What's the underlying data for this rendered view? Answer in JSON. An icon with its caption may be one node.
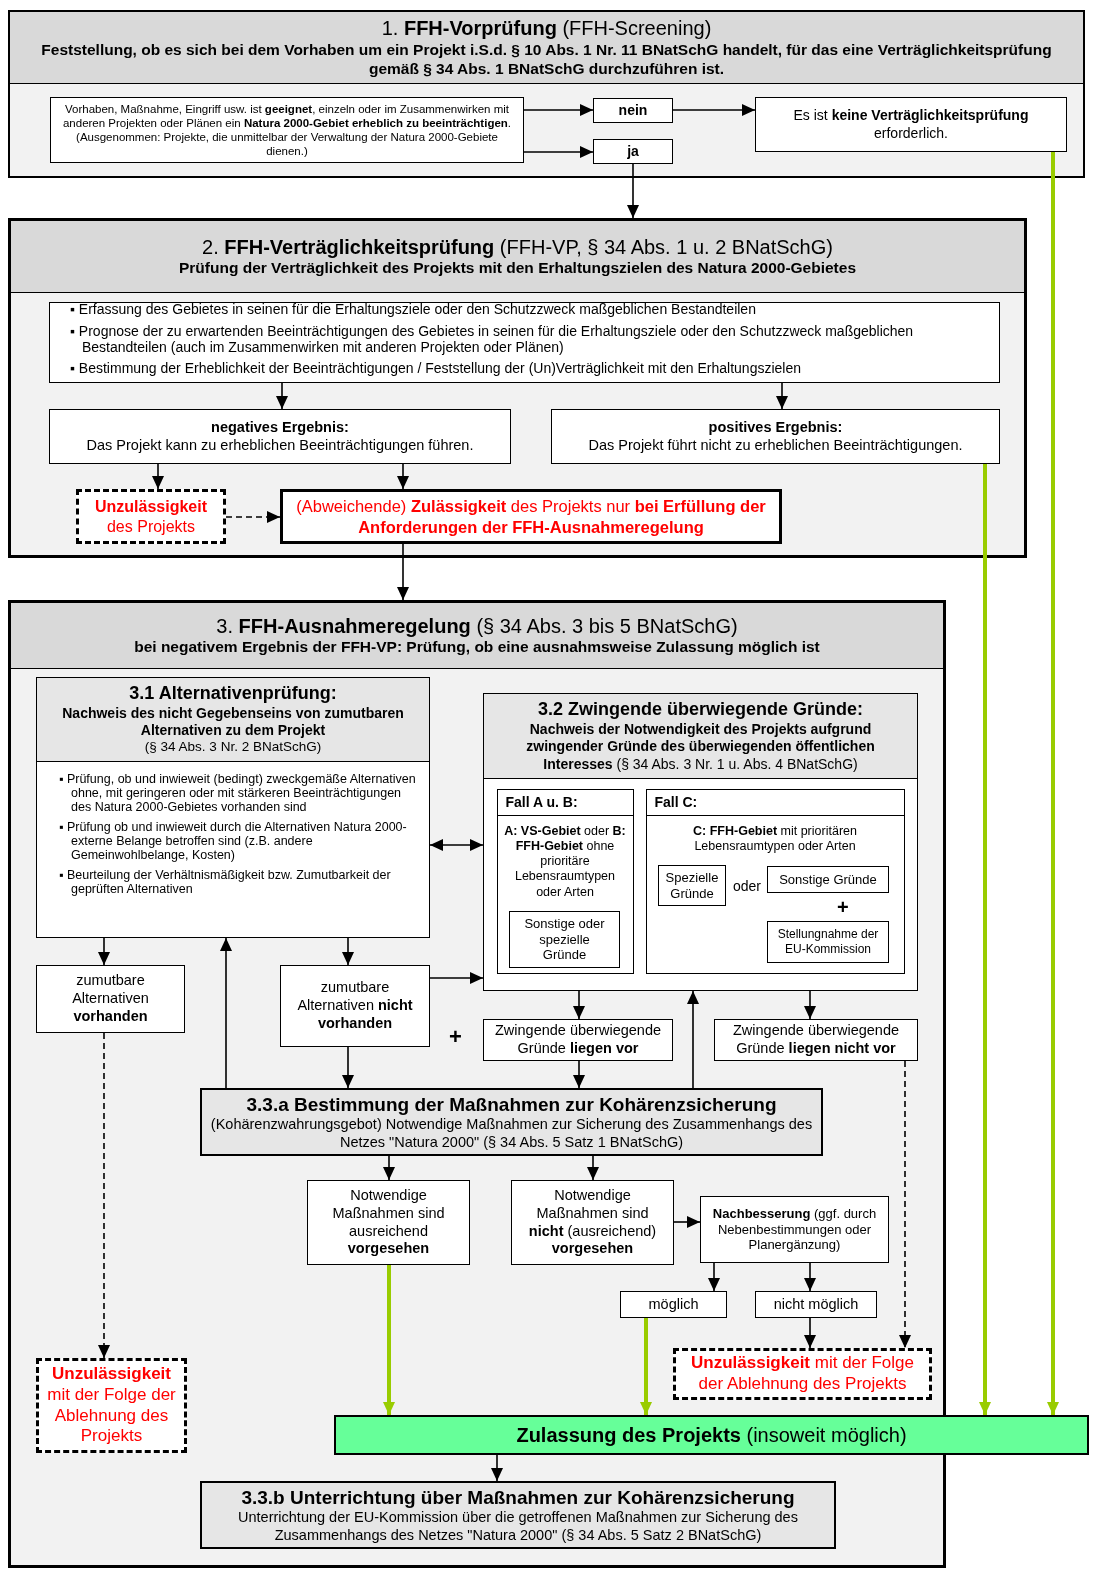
{
  "diagram": {
    "nodes": [
      {
        "text": [
          "1. **FFH-Vorprüfung** (FFH-Screening)",
          "Feststellung, ob es sich bei dem Vorhaben um ein Projekt i.S.d. § 10 Abs. 1 Nr. 11 BNatSchG handelt, für das eine Verträglichkeitsprüfung gemäß § 34 Abs. 1 BNatSchG durchzuführen ist."
        ]
      },
      {
        "text": [
          "Vorhaben, Maßnahme, Eingriff usw. ist **geeignet**, einzeln oder im Zusammenwirken mit anderen Projekten oder Plänen ein **Natura 2000-Gebiet erheblich zu beeinträchtigen**. (Ausgenommen: Projekte, die unmittelbar der Verwaltung der Natura 2000-Gebiete dienen.)"
        ],
        "in": 0
      },
      {
        "text": [
          "nein"
        ],
        "in": 0
      },
      {
        "text": [
          "ja"
        ],
        "in": 0
      },
      {
        "text": [
          "Es ist **keine Verträglichkeitsprüfung** erforderlich."
        ],
        "in": 0
      },
      {
        "text": [
          "2. **FFH-Verträglichkeitsprüfung** (FFH-VP, § 34 Abs. 1 u. 2 BNatSchG)",
          "Prüfung der Verträglichkeit des Projekts mit den Erhaltungszielen des Natura 2000-Gebietes"
        ]
      },
      {
        "text": [
          "▪ Erfassung des Gebietes in seinen für die Erhaltungsziele oder den Schutzzweck maßgeblichen Bestandteilen",
          "▪ Prognose der zu erwartenden Beeinträchtigungen des Gebietes in seinen für die Erhaltungsziele oder den Schutzzweck maßgeblichen Bestandteilen (auch im Zusammenwirken mit anderen Projekten oder Plänen)",
          "▪ Bestimmung der Erheblichkeit der Beeinträchtigungen / Feststellung der (Un)Verträglichkeit mit den Erhaltungszielen"
        ],
        "in": 5
      },
      {
        "text": [
          "negatives Ergebnis:",
          "Das Projekt kann zu erheblichen Beeinträchtigungen führen."
        ],
        "in": 5
      },
      {
        "text": [
          "positives Ergebnis:",
          "Das Projekt führt nicht zu erheblichen Beeinträchtigungen."
        ],
        "in": 5
      },
      {
        "text": [
          "**Unzulässigkeit** des Projekts"
        ],
        "in": 5
      },
      {
        "text": [
          "(Abweichende) **Zulässigkeit** des Projekts nur **bei Erfüllung der Anforderungen der FFH-Ausnahmeregelung**"
        ],
        "in": 5
      },
      {
        "text": [
          "3. **FFH-Ausnahmeregelung** (§ 34 Abs. 3 bis 5 BNatSchG)",
          "bei negativem Ergebnis der FFH-VP: Prüfung, ob eine ausnahmsweise Zulassung möglich ist"
        ]
      },
      {
        "text": [
          "3.1 Alternativenprüfung:",
          "Nachweis des nicht Gegebenseins von zumutbaren Alternativen zu dem Projekt",
          "(§ 34 Abs. 3 Nr. 2 BNatSchG)",
          "▪ Prüfung, ob und inwieweit (bedingt) zweckgemäße Alternativen ohne, mit geringeren oder mit stärkeren Beeinträchtigungen des Natura 2000-Gebietes vorhanden sind",
          "▪ Prüfung ob und inwieweit durch die Alternativen Natura 2000-externe Belange betroffen sind (z.B. andere Gemeinwohlbelange, Kosten)",
          "▪ Beurteilung der Verhältnismäßigkeit bzw. Zumutbarkeit der geprüften Alternativen"
        ],
        "in": 11
      },
      {
        "text": [
          "3.2 Zwingende überwiegende Gründe:",
          "**Nachweis der Notwendigkeit des Projekts aufgrund zwingender Gründe des überwiegenden öffentlichen Interesses** (§ 34 Abs. 3 Nr. 1 u. Abs. 4 BNatSchG)"
        ],
        "in": 11
      },
      {
        "text": [
          "Fall A u. B:",
          "**A: VS-Gebiet** oder **B: FFH-Gebiet** ohne prioritäre Lebensraumtypen oder Arten"
        ],
        "in": 13
      },
      {
        "text": [
          "Sonstige oder spezielle Gründe"
        ],
        "in": 14
      },
      {
        "text": [
          "Fall C:",
          "**C: FFH-Gebiet** mit prioritären Lebensraumtypen oder Arten"
        ],
        "in": 13
      },
      {
        "text": [
          "Spezielle Gründe"
        ],
        "in": 16
      },
      {
        "text": [
          "Sonstige Gründe"
        ],
        "in": 16
      },
      {
        "text": [
          "Stellungnahme der EU-Kommission"
        ],
        "in": 16
      },
      {
        "text": [
          "zumutbare Alternativen **vorhanden**"
        ],
        "in": 11
      },
      {
        "text": [
          "zumutbare Alternativen **nicht vorhanden**"
        ],
        "in": 11
      },
      {
        "text": [
          "Zwingende überwiegende Gründe **liegen vor**"
        ],
        "in": 11
      },
      {
        "text": [
          "Zwingende überwiegende Gründe **liegen nicht vor**"
        ],
        "in": 11
      },
      {
        "text": [
          "3.3.a Bestimmung der Maßnahmen zur Kohärenzsicherung",
          "(Kohärenzwahrungsgebot) Notwendige Maßnahmen zur Sicherung des Zusammenhangs des Netzes \"Natura 2000\" (§ 34 Abs. 5 Satz 1 BNatSchG)"
        ],
        "in": 11
      },
      {
        "text": [
          "Notwendige Maßnahmen sind ausreichend **vorgesehen**"
        ],
        "in": 11
      },
      {
        "text": [
          "Notwendige Maßnahmen sind **nicht** (ausreichend) **vorgesehen**"
        ],
        "in": 11
      },
      {
        "text": [
          "**Nachbesserung** (ggf. durch Nebenbestimmungen oder Planergänzung)"
        ],
        "in": 11
      },
      {
        "text": [
          "möglich"
        ],
        "in": 11
      },
      {
        "text": [
          "nicht möglich"
        ],
        "in": 11
      },
      {
        "text": [
          "**Unzulässigkeit** mit der Folge der Ablehnung des Projekts"
        ],
        "in": 11
      },
      {
        "text": [
          "**Unzulässigkeit** mit der Folge der Ablehnung des Projekts"
        ],
        "in": 11
      },
      {
        "text": [
          "**Zulassung des Projekts** (insoweit möglich)"
        ]
      },
      {
        "text": [
          "3.3.b Unterrichtung über Maßnahmen zur Kohärenzsicherung",
          "Unterrichtung der EU-Kommission über die getroffenen Maßnahmen zur Sicherung des Zusammenhangs des Netzes \"Natura 2000\" (§ 34 Abs. 5 Satz 2 BNatSchG)"
        ],
        "in": 11
      }
    ],
    "edges": [
      {
        "from": 1,
        "to": 2,
        "arrow": "to"
      },
      {
        "from": 1,
        "to": 3,
        "arrow": "to"
      },
      {
        "from": 2,
        "to": 4,
        "arrow": "to"
      },
      {
        "from": 3,
        "to": 5,
        "arrow": "to"
      },
      {
        "from": 6,
        "to": 7,
        "arrow": "to"
      },
      {
        "from": 6,
        "to": 8,
        "arrow": "to"
      },
      {
        "from": 7,
        "to": 9,
        "arrow": "to"
      },
      {
        "from": 7,
        "to": 10,
        "arrow": "to"
      },
      {
        "from": 9,
        "to": 10,
        "arrow": "to",
        "style": "dashed"
      },
      {
        "from": 10,
        "to": 11,
        "arrow": "to"
      },
      {
        "from": 12,
        "to": 13,
        "arrow": "both"
      },
      {
        "from": 12,
        "to": 20,
        "arrow": "to"
      },
      {
        "from": 12,
        "to": 21,
        "arrow": "to"
      },
      {
        "from": 21,
        "to": 13,
        "arrow": "to"
      },
      {
        "from": 21,
        "to": 24,
        "arrow": "to"
      },
      {
        "from": 13,
        "to": 22,
        "arrow": "to"
      },
      {
        "from": 13,
        "to": 23,
        "arrow": "to"
      },
      {
        "from": 22,
        "to": 24,
        "arrow": "to"
      },
      {
        "from": 24,
        "to": 12,
        "arrow": "to"
      },
      {
        "from": 24,
        "to": 13,
        "arrow": "to"
      },
      {
        "from": 20,
        "to": 30,
        "arrow": "to",
        "style": "dashed"
      },
      {
        "from": 23,
        "to": 31,
        "arrow": "to",
        "style": "dashed"
      },
      {
        "from": 24,
        "to": 25,
        "arrow": "to"
      },
      {
        "from": 24,
        "to": 26,
        "arrow": "to"
      },
      {
        "from": 26,
        "to": 27,
        "arrow": "to"
      },
      {
        "from": 27,
        "to": 28,
        "arrow": "to"
      },
      {
        "from": 27,
        "to": 29,
        "arrow": "to"
      },
      {
        "from": 29,
        "to": 31,
        "arrow": "to"
      },
      {
        "from": 25,
        "to": 32,
        "arrow": "to",
        "style": "thick",
        "color": "#99cc00"
      },
      {
        "from": 28,
        "to": 32,
        "arrow": "to",
        "style": "thick",
        "color": "#99cc00"
      },
      {
        "from": 8,
        "to": 32,
        "arrow": "to",
        "style": "thick",
        "color": "#99cc00"
      },
      {
        "from": 4,
        "to": 32,
        "arrow": "to",
        "style": "thick",
        "color": "#99cc00"
      },
      {
        "from": 32,
        "to": 33,
        "arrow": "to"
      }
    ],
    "labels": [
      "oder",
      "+",
      "+"
    ]
  }
}
